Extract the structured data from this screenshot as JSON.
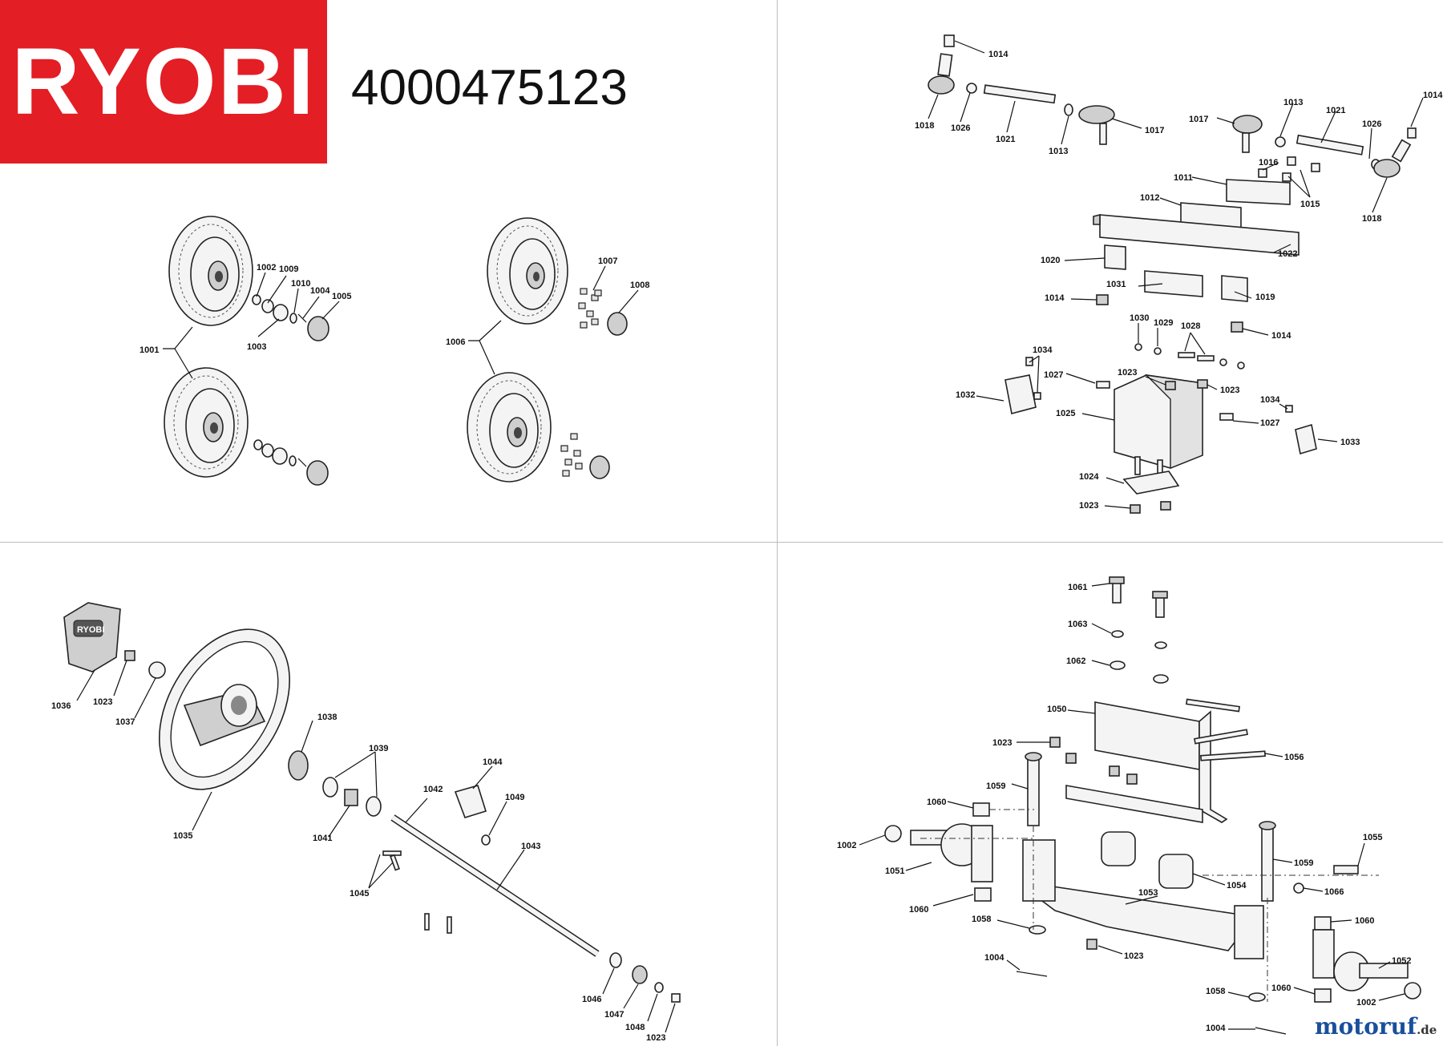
{
  "header": {
    "brand": "RYOBI",
    "model_number": "4000475123",
    "brand_color": "#e31e24"
  },
  "watermark": {
    "text": "motoruf",
    "domain": ".de"
  },
  "panels": {
    "wheels": {
      "labels": [
        "1001",
        "1002",
        "1003",
        "1004",
        "1005",
        "1006",
        "1007",
        "1008",
        "1009",
        "1010"
      ]
    },
    "steering_linkage": {
      "labels": [
        "1014",
        "1018",
        "1026",
        "1021",
        "1013",
        "1017",
        "1013",
        "1021",
        "1026",
        "1014",
        "1017",
        "1016",
        "1015",
        "1018",
        "1011",
        "1012",
        "1022",
        "1020",
        "1031",
        "1019",
        "1014",
        "1014",
        "1030",
        "1029",
        "1028",
        "1034",
        "1027",
        "1023",
        "1023",
        "1032",
        "1025",
        "1034",
        "1027",
        "1033",
        "1024",
        "1023"
      ]
    },
    "steering_wheel": {
      "labels": [
        "1036",
        "1023",
        "1037",
        "1038",
        "1039",
        "1035",
        "1041",
        "1044",
        "1042",
        "1049",
        "1043",
        "1045",
        "1046",
        "1047",
        "1048",
        "1023"
      ]
    },
    "front_axle": {
      "labels": [
        "1061",
        "1063",
        "1062",
        "1050",
        "1023",
        "1056",
        "1059",
        "1060",
        "1002",
        "1051",
        "1054",
        "1055",
        "1059",
        "1066",
        "1053",
        "1060",
        "1058",
        "1060",
        "1004",
        "1023",
        "1052",
        "1058",
        "1060",
        "1002",
        "1004"
      ]
    }
  }
}
